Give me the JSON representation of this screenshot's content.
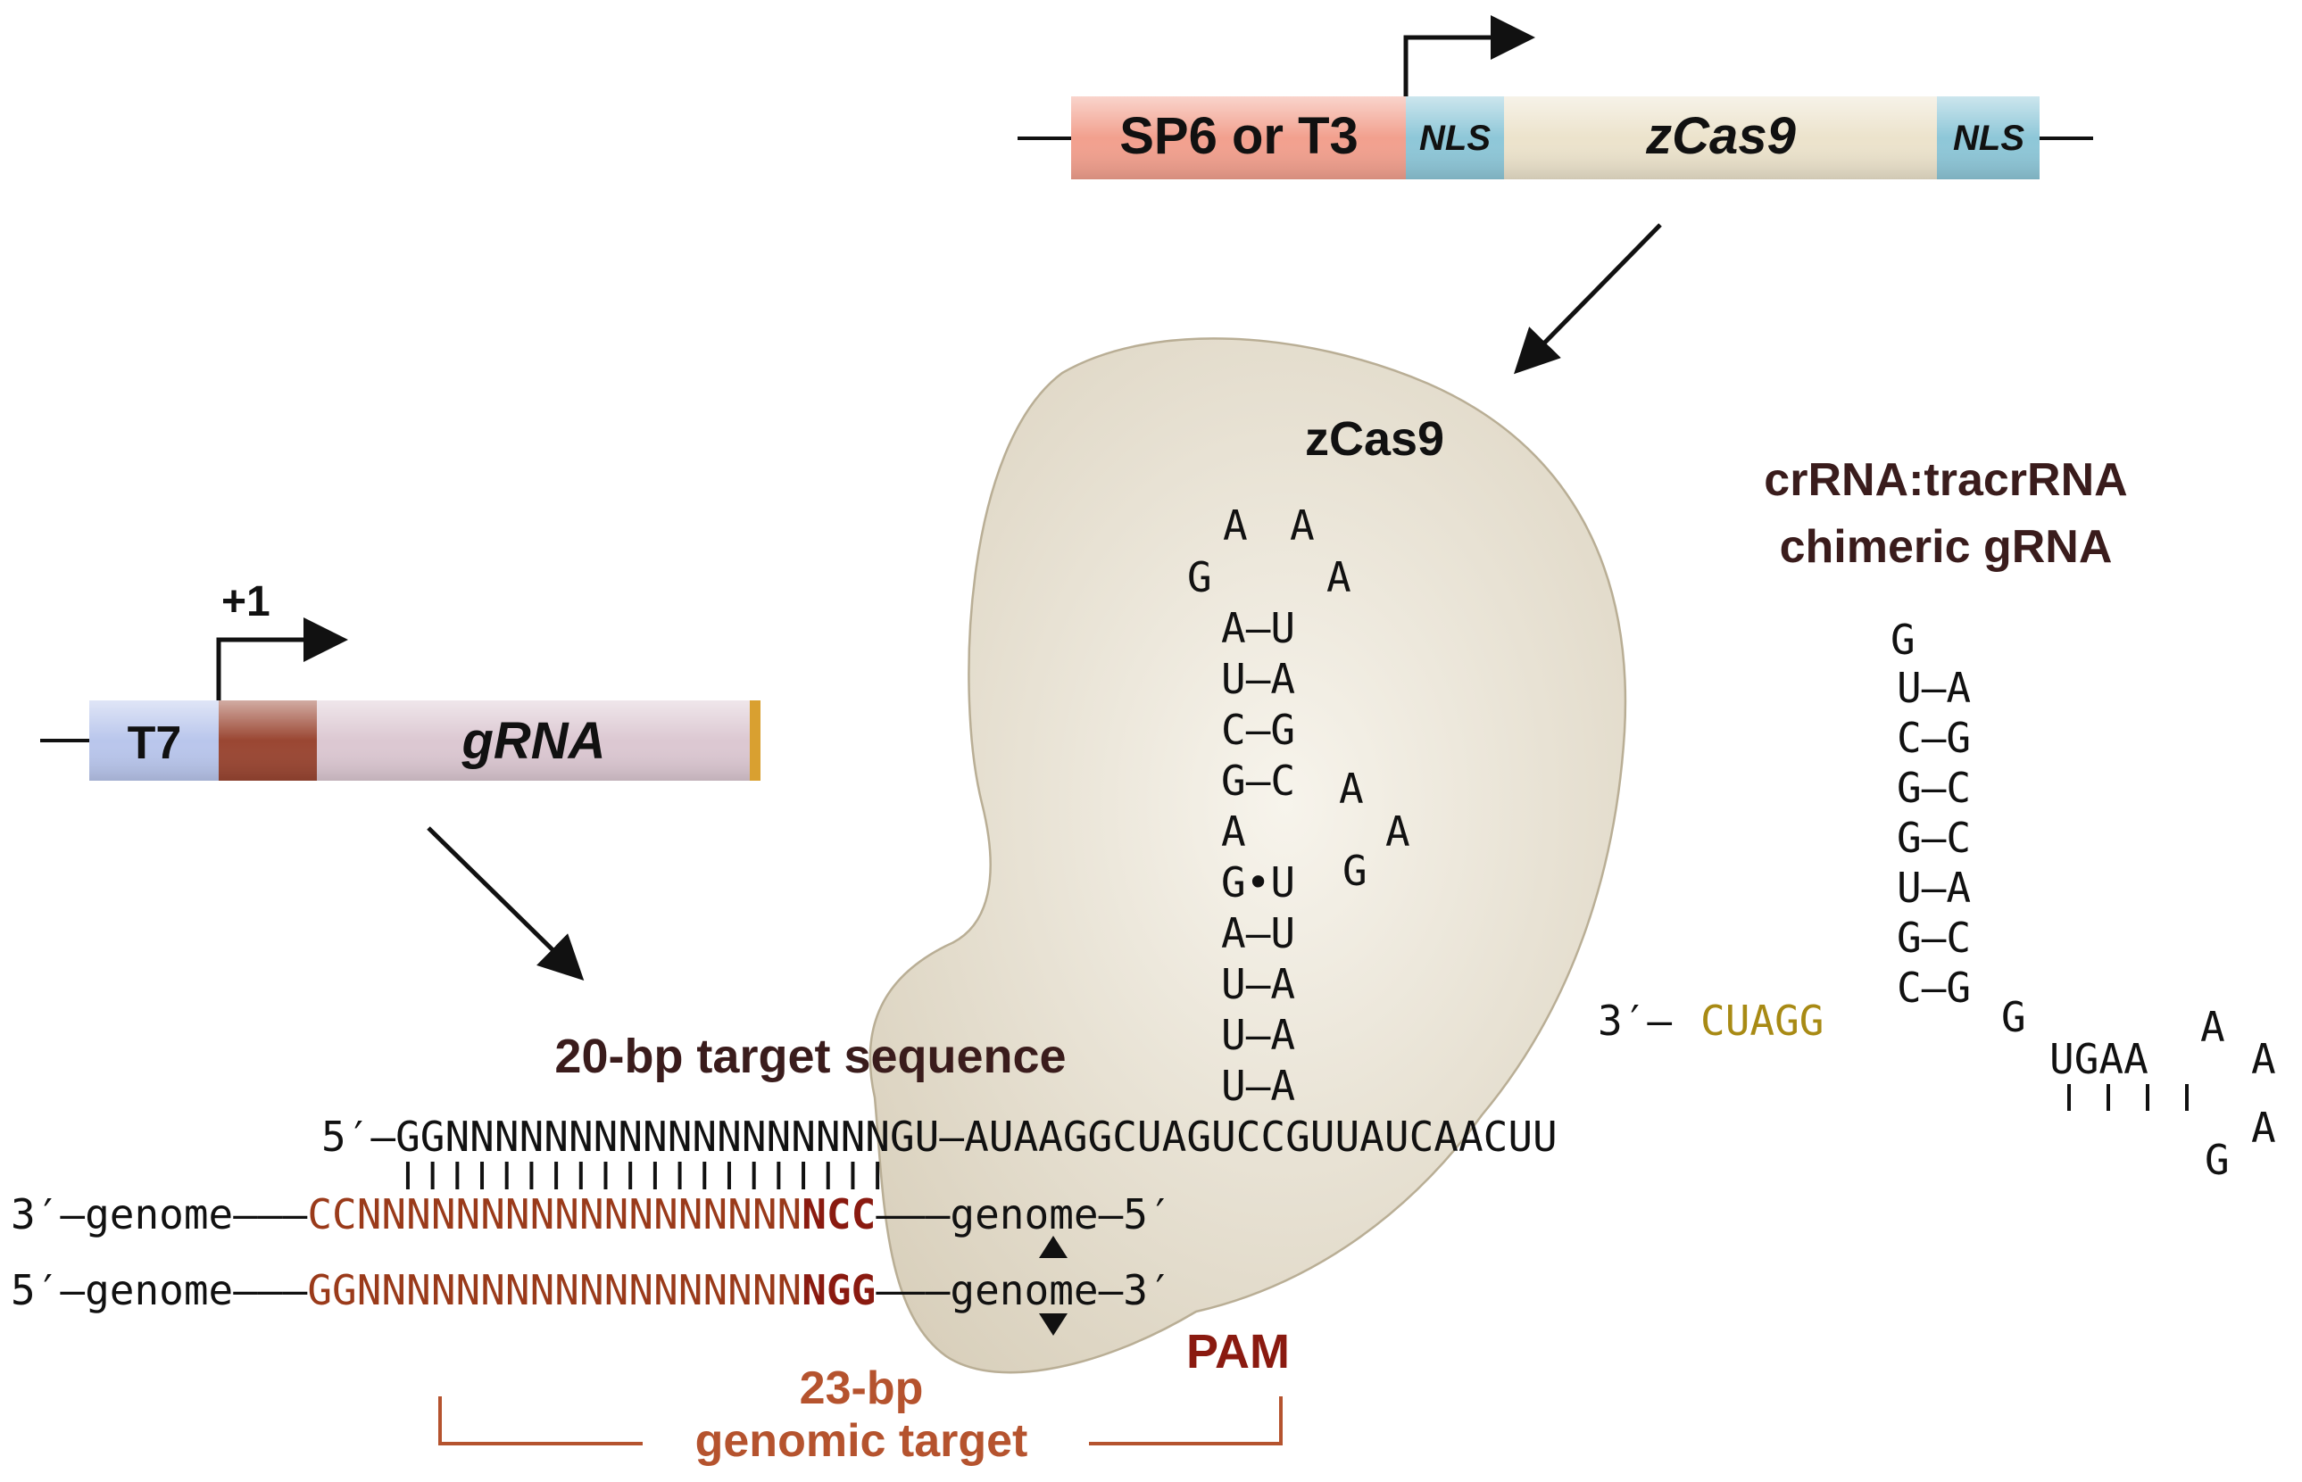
{
  "colors": {
    "black": "#111111",
    "sp6_fill": "#f2a08e",
    "nls_fill": "#8ec7d8",
    "cas9_fill": "#ece3cc",
    "t7_fill": "#b9c6ec",
    "start_fill": "#9a4632",
    "grna_fill": "#dcc8d2",
    "grna_end": "#d9a030",
    "blob_fill": "#e6dfcf",
    "blob_stroke": "#b7ad94",
    "target_red": "#9a3a1a",
    "pam_red": "#8a1a10",
    "bracket": "#b5532e",
    "gold": "#a88a14",
    "dark_label": "#3a1c1c"
  },
  "construct_cas9": {
    "promoter": "SP6 or T3",
    "nls_left": "NLS",
    "gene": "zCas9",
    "nls_right": "NLS"
  },
  "construct_grna": {
    "promoter": "T7",
    "gene": "gRNA",
    "start_label": "+1"
  },
  "labels": {
    "cas9_protein": "zCas9",
    "chimeric_line1": "crRNA:tracrRNA",
    "chimeric_line2": "chimeric gRNA",
    "target_20bp": "20-bp target sequence",
    "pam": "PAM",
    "genomic_23bp_line1": "23-bp",
    "genomic_23bp_line2": "genomic target"
  },
  "sequences": {
    "grna_5prime": "5′–",
    "grna_guide": "GGNNNNNNNNNNNNNNNNNN",
    "grna_scaffold": "GU–AUAAGGCUAGUCCGUUAUCAACUU",
    "genome_top_left": "3′–genome–––",
    "genome_top_target": "CCNNNNNNNNNNNNNNNNNN",
    "genome_top_pam": "NCC",
    "genome_top_right": "–––genome–5′",
    "genome_bot_left": "5′–genome–––",
    "genome_bot_target": "GGNNNNNNNNNNNNNNNNNN",
    "genome_bot_pam": "NGG",
    "genome_bot_right": "–––genome–3′",
    "tail_3prime": "3′–",
    "tail_seq": "CUAGG"
  },
  "stem_loop_1": {
    "loop_a1": "A",
    "loop_a2": "A",
    "loop_g": "G",
    "loop_a3": "A",
    "pairs": [
      "A–U",
      "U–A",
      "C–G",
      "G–C",
      "A",
      "G•U",
      "A–U",
      "U–A",
      "U–A",
      "U–A"
    ],
    "bulge_a1": "A",
    "bulge_a2": "A",
    "bulge_g": "G"
  },
  "stem_loop_2": {
    "loop_g": "G",
    "pairs": [
      "U–A",
      "C–G",
      "G–C",
      "G–C",
      "U–A",
      "G–C",
      "C–G"
    ],
    "g_after": "G",
    "ugaa": "UGAA",
    "loop_a1": "A",
    "loop_a2": "A",
    "loop_a3": "A"
  }
}
